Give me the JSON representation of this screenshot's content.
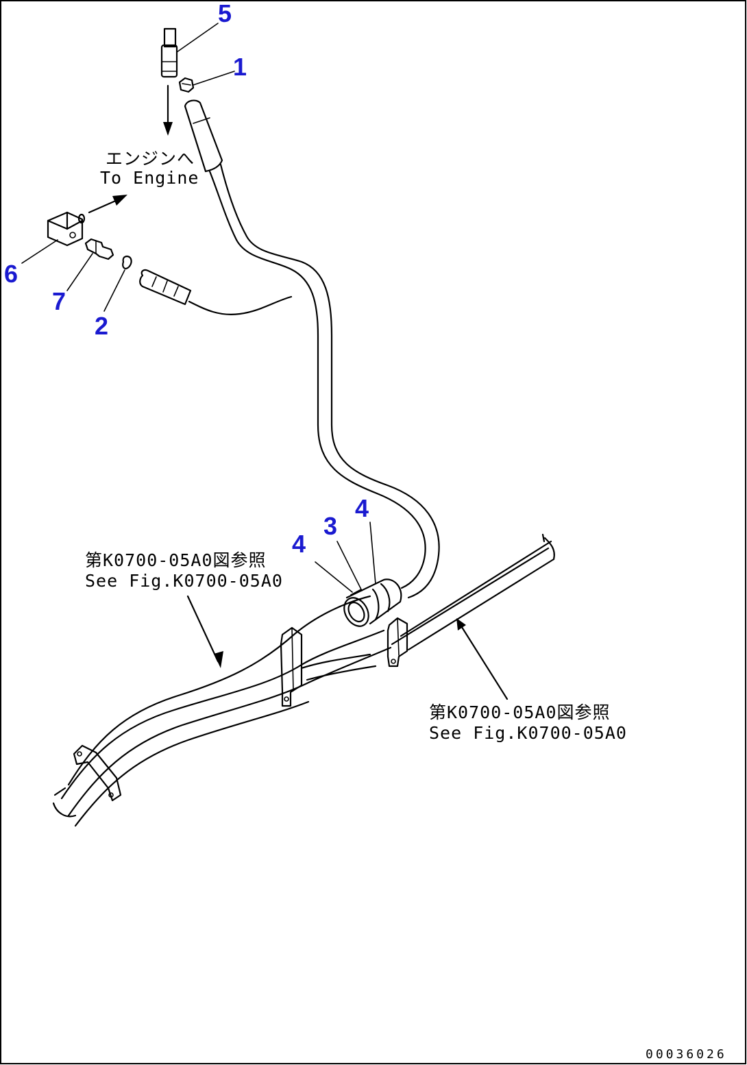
{
  "callouts": [
    {
      "id": "c5",
      "number": "5"
    },
    {
      "id": "c1",
      "number": "1"
    },
    {
      "id": "c6",
      "number": "6"
    },
    {
      "id": "c7",
      "number": "7"
    },
    {
      "id": "c2",
      "number": "2"
    },
    {
      "id": "c3",
      "number": "3"
    },
    {
      "id": "c4a",
      "number": "4"
    },
    {
      "id": "c4b",
      "number": "4"
    }
  ],
  "notes": {
    "engine_jp": "エンジンへ",
    "engine_en": "To Engine",
    "ref_left_jp": "第K0700-05A0図参照",
    "ref_left_en": "See Fig.K0700-05A0",
    "ref_right_jp": "第K0700-05A0図参照",
    "ref_right_en": "See Fig.K0700-05A0"
  },
  "drawing_number": "00036026",
  "colors": {
    "callout": "#1a1ad0",
    "line": "#000000",
    "background": "#ffffff"
  }
}
